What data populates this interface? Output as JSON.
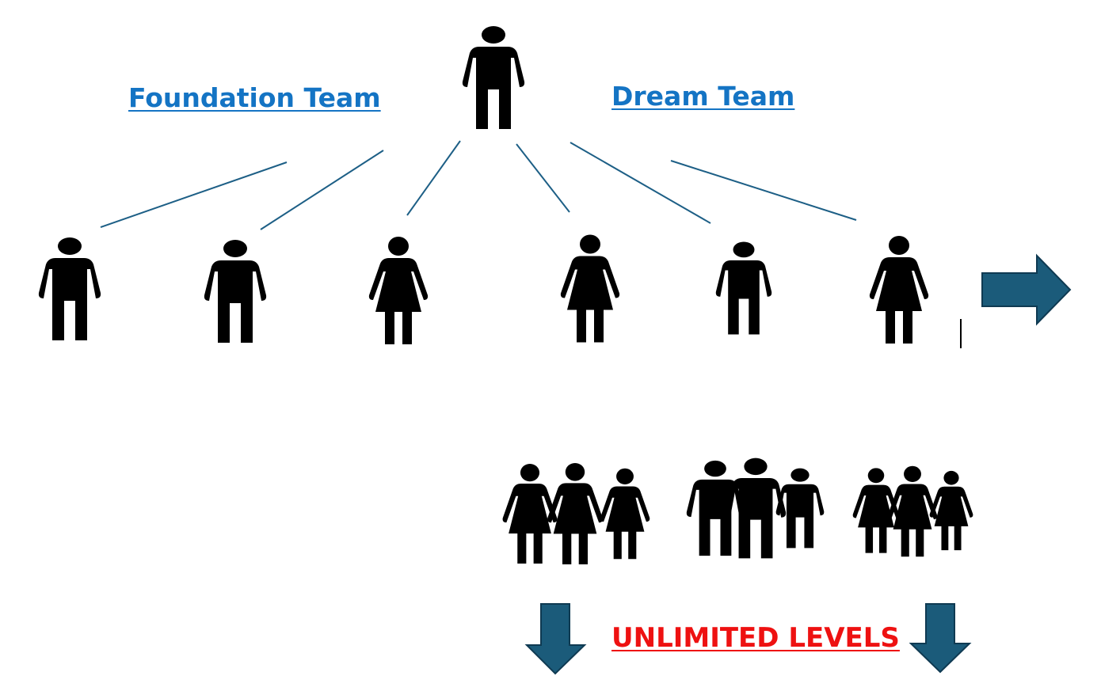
{
  "labels": {
    "foundation_team": "Foundation Team",
    "dream_team": "Dream Team",
    "unlimited_levels": "UNLIMITED LEVELS"
  },
  "colors": {
    "team_label": "#1474c4",
    "levels_label": "#ee1111",
    "connector": "#1d5f86",
    "arrow_fill": "#1b5b7a",
    "arrow_stroke": "#0f3a52",
    "figure": "#000000"
  },
  "people": {
    "leader": "male",
    "first_level": [
      "male",
      "male",
      "female",
      "female",
      "male",
      "female"
    ],
    "groups": [
      "female",
      "male",
      "female"
    ]
  },
  "icons": {
    "figure": "person-icon",
    "arrow_right": "arrow-right-icon",
    "arrow_down": "arrow-down-icon"
  }
}
